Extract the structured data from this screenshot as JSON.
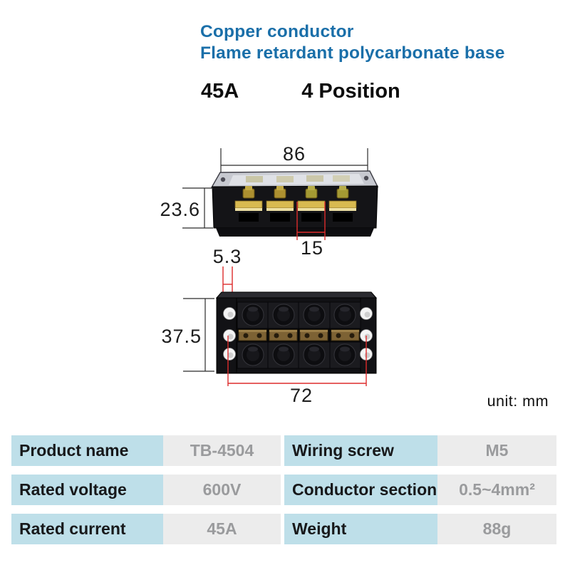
{
  "header": {
    "line1": "Copper conductor",
    "line2": "Flame retardant polycarbonate base",
    "accent_color": "#1a6fa9",
    "current_rating": "45A",
    "positions": "4 Position"
  },
  "drawing": {
    "unit_label": "unit: mm",
    "dimension_red_color": "#dd2c2c",
    "front_view": {
      "width_mm": "86",
      "height_mm": "23.6",
      "terminal_pitch_mm": "15"
    },
    "top_view": {
      "hole_offset_mm": "5.3",
      "depth_mm": "37.5",
      "hole_spacing_mm": "72"
    }
  },
  "spec_table": {
    "label_bg": "#bedfe9",
    "value_bg": "#ececec",
    "value_text_color": "#9a9b9d",
    "rows": [
      {
        "label1": "Product name",
        "value1": "TB-4504",
        "label2": "Wiring screw",
        "value2": "M5"
      },
      {
        "label1": "Rated voltage",
        "value1": "600V",
        "label2": "Conductor section",
        "value2": "0.5~4mm²"
      },
      {
        "label1": "Rated current",
        "value1": "45A",
        "label2": "Weight",
        "value2": "88g"
      }
    ]
  }
}
